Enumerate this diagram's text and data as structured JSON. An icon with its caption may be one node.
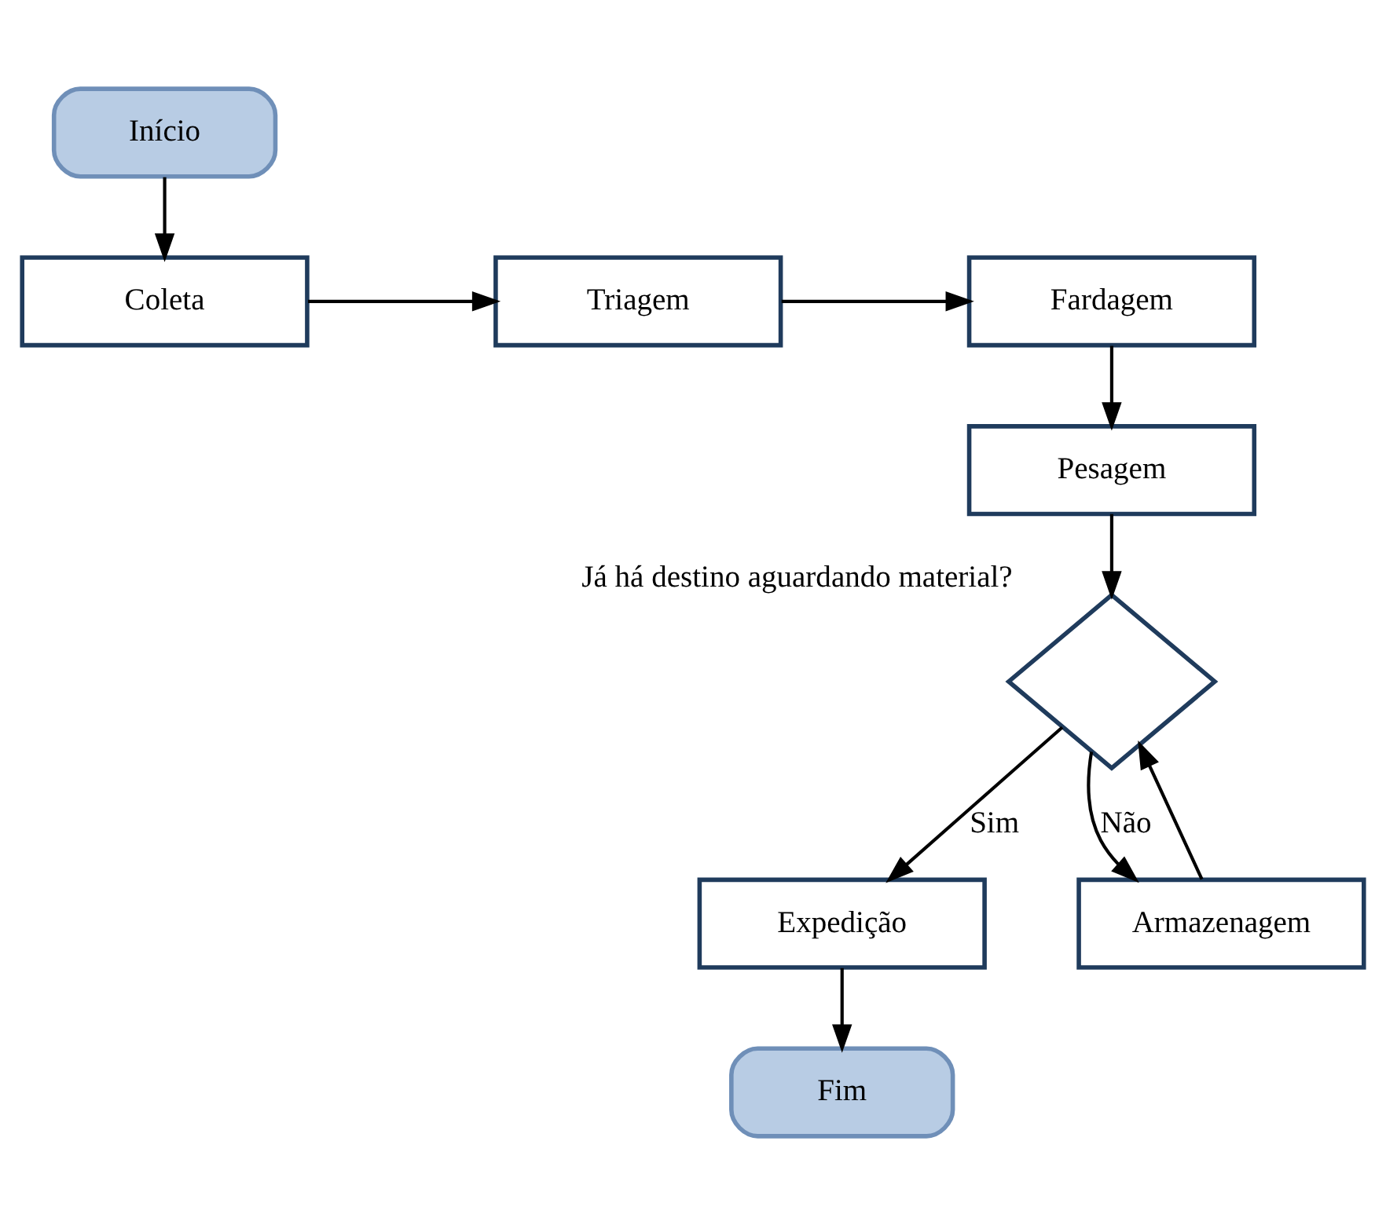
{
  "diagram": {
    "nodes": [
      {
        "text": [
          "Início"
        ]
      },
      {
        "text": [
          "Coleta"
        ]
      },
      {
        "text": [
          "Triagem"
        ]
      },
      {
        "text": [
          "Fardagem"
        ]
      },
      {
        "text": [
          "Pesagem"
        ]
      },
      {
        "text": [],
        "shape": "diamond",
        "beside": [
          "Já há destino aguardando material?"
        ]
      },
      {
        "text": [
          "Expedição"
        ]
      },
      {
        "text": [
          "Armazenagem"
        ]
      },
      {
        "text": [
          "Fim"
        ]
      }
    ],
    "edges": [
      {
        "from": 0,
        "to": 1,
        "arrow": "to"
      },
      {
        "from": 1,
        "to": 2,
        "arrow": "to"
      },
      {
        "from": 2,
        "to": 3,
        "arrow": "to"
      },
      {
        "from": 3,
        "to": 4,
        "arrow": "to"
      },
      {
        "from": 4,
        "to": 5,
        "arrow": "to"
      },
      {
        "from": 5,
        "to": 6,
        "arrow": "to",
        "label": "Sim"
      },
      {
        "from": 5,
        "to": 7,
        "arrow": "to",
        "label": "Não"
      },
      {
        "from": 7,
        "to": 5,
        "arrow": "to"
      },
      {
        "from": 6,
        "to": 8,
        "arrow": "to"
      }
    ]
  }
}
